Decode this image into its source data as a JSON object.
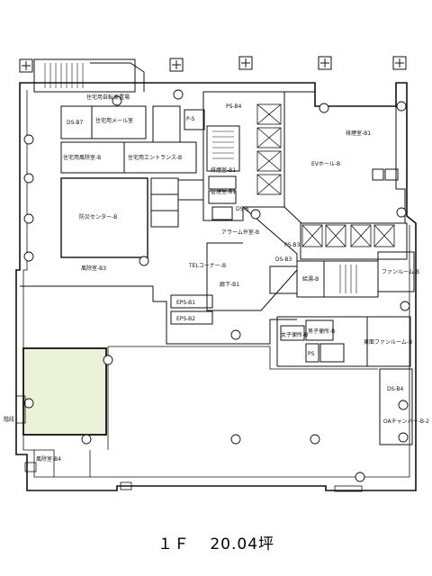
{
  "plan": {
    "highlight_color": "#ecf2d8",
    "line_color": "#111111",
    "rooms": [
      {
        "id": "res-bicycle",
        "text": "住宅用自転車置場"
      },
      {
        "id": "ds-b7",
        "text": "DS-B7"
      },
      {
        "id": "res-mail",
        "text": "住宅用メール室"
      },
      {
        "id": "ps-b4",
        "text": "PS-B4"
      },
      {
        "id": "p-s",
        "text": "P-S"
      },
      {
        "id": "exhaust-b1",
        "text": "排煙室-B1"
      },
      {
        "id": "res-exhaust",
        "text": "住宅用風除室-B"
      },
      {
        "id": "res-entrance",
        "text": "住宅用エントランス-B"
      },
      {
        "id": "ev-hall",
        "text": "EVホール-B"
      },
      {
        "id": "exhaust-b2",
        "text": "排煙室-B1"
      },
      {
        "id": "disaster-center",
        "text": "防災センター-B"
      },
      {
        "id": "mgmt",
        "text": "管理室-B1"
      },
      {
        "id": "ds-b",
        "text": "DS-B"
      },
      {
        "id": "alarm",
        "text": "アラーム弁室-B"
      },
      {
        "id": "ps-b3",
        "text": "PS-B3"
      },
      {
        "id": "ds-b3",
        "text": "DS-B3"
      },
      {
        "id": "fan-room",
        "text": "ファンルーム-B"
      },
      {
        "id": "tel-corner",
        "text": "TELコーナー-B"
      },
      {
        "id": "corridor",
        "text": "廊下-B1"
      },
      {
        "id": "wind-b3",
        "text": "風除室-B3"
      },
      {
        "id": "ws-b",
        "text": "給湯-B"
      },
      {
        "id": "eps-b1",
        "text": "EPS-B1"
      },
      {
        "id": "eps-b2",
        "text": "EPS-B2"
      },
      {
        "id": "women-wc",
        "text": "女子便所-B"
      },
      {
        "id": "men-wc",
        "text": "男子便所-B"
      },
      {
        "id": "ps",
        "text": "PS"
      },
      {
        "id": "fan-room-2",
        "text": "東面ファンルーム-B"
      },
      {
        "id": "ds-b4",
        "text": "DS-B4"
      },
      {
        "id": "oa-chamber",
        "text": "OAチャンバー-B-2"
      },
      {
        "id": "exit-b1",
        "text": "風除室-B4"
      },
      {
        "id": "stairs-label",
        "text": "階段"
      }
    ]
  },
  "caption": {
    "floor": "１Ｆ",
    "area": "20.04坪"
  }
}
